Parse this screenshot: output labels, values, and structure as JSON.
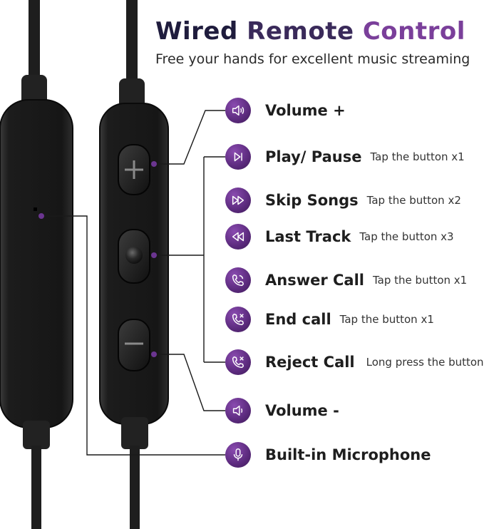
{
  "title": {
    "part1": "Wired",
    "part2": "Remote",
    "part3": "Control"
  },
  "subtitle": "Free your hands for excellent music streaming",
  "controls": [
    {
      "label": "Volume +",
      "hint": "",
      "icon": "volume-up-icon"
    },
    {
      "label": "Play/ Pause",
      "hint": "Tap the button x1",
      "icon": "play-pause-icon"
    },
    {
      "label": "Skip Songs",
      "hint": "Tap the button x2",
      "icon": "skip-forward-icon"
    },
    {
      "label": "Last Track",
      "hint": "Tap the button x3",
      "icon": "rewind-icon"
    },
    {
      "label": "Answer Call",
      "hint": "Tap the button x1",
      "icon": "phone-answer-icon"
    },
    {
      "label": "End call",
      "hint": "Tap the button x1",
      "icon": "phone-end-icon"
    },
    {
      "label": "Reject Call",
      "hint": "Long press the button",
      "icon": "phone-reject-icon"
    },
    {
      "label": "Volume -",
      "hint": "",
      "icon": "volume-down-icon"
    },
    {
      "label": "Built-in Microphone",
      "hint": "",
      "icon": "microphone-icon"
    }
  ],
  "colors": {
    "accent": "#6b3590",
    "title_dark": "#1f1c3d",
    "remote": "#1a1a1a"
  }
}
